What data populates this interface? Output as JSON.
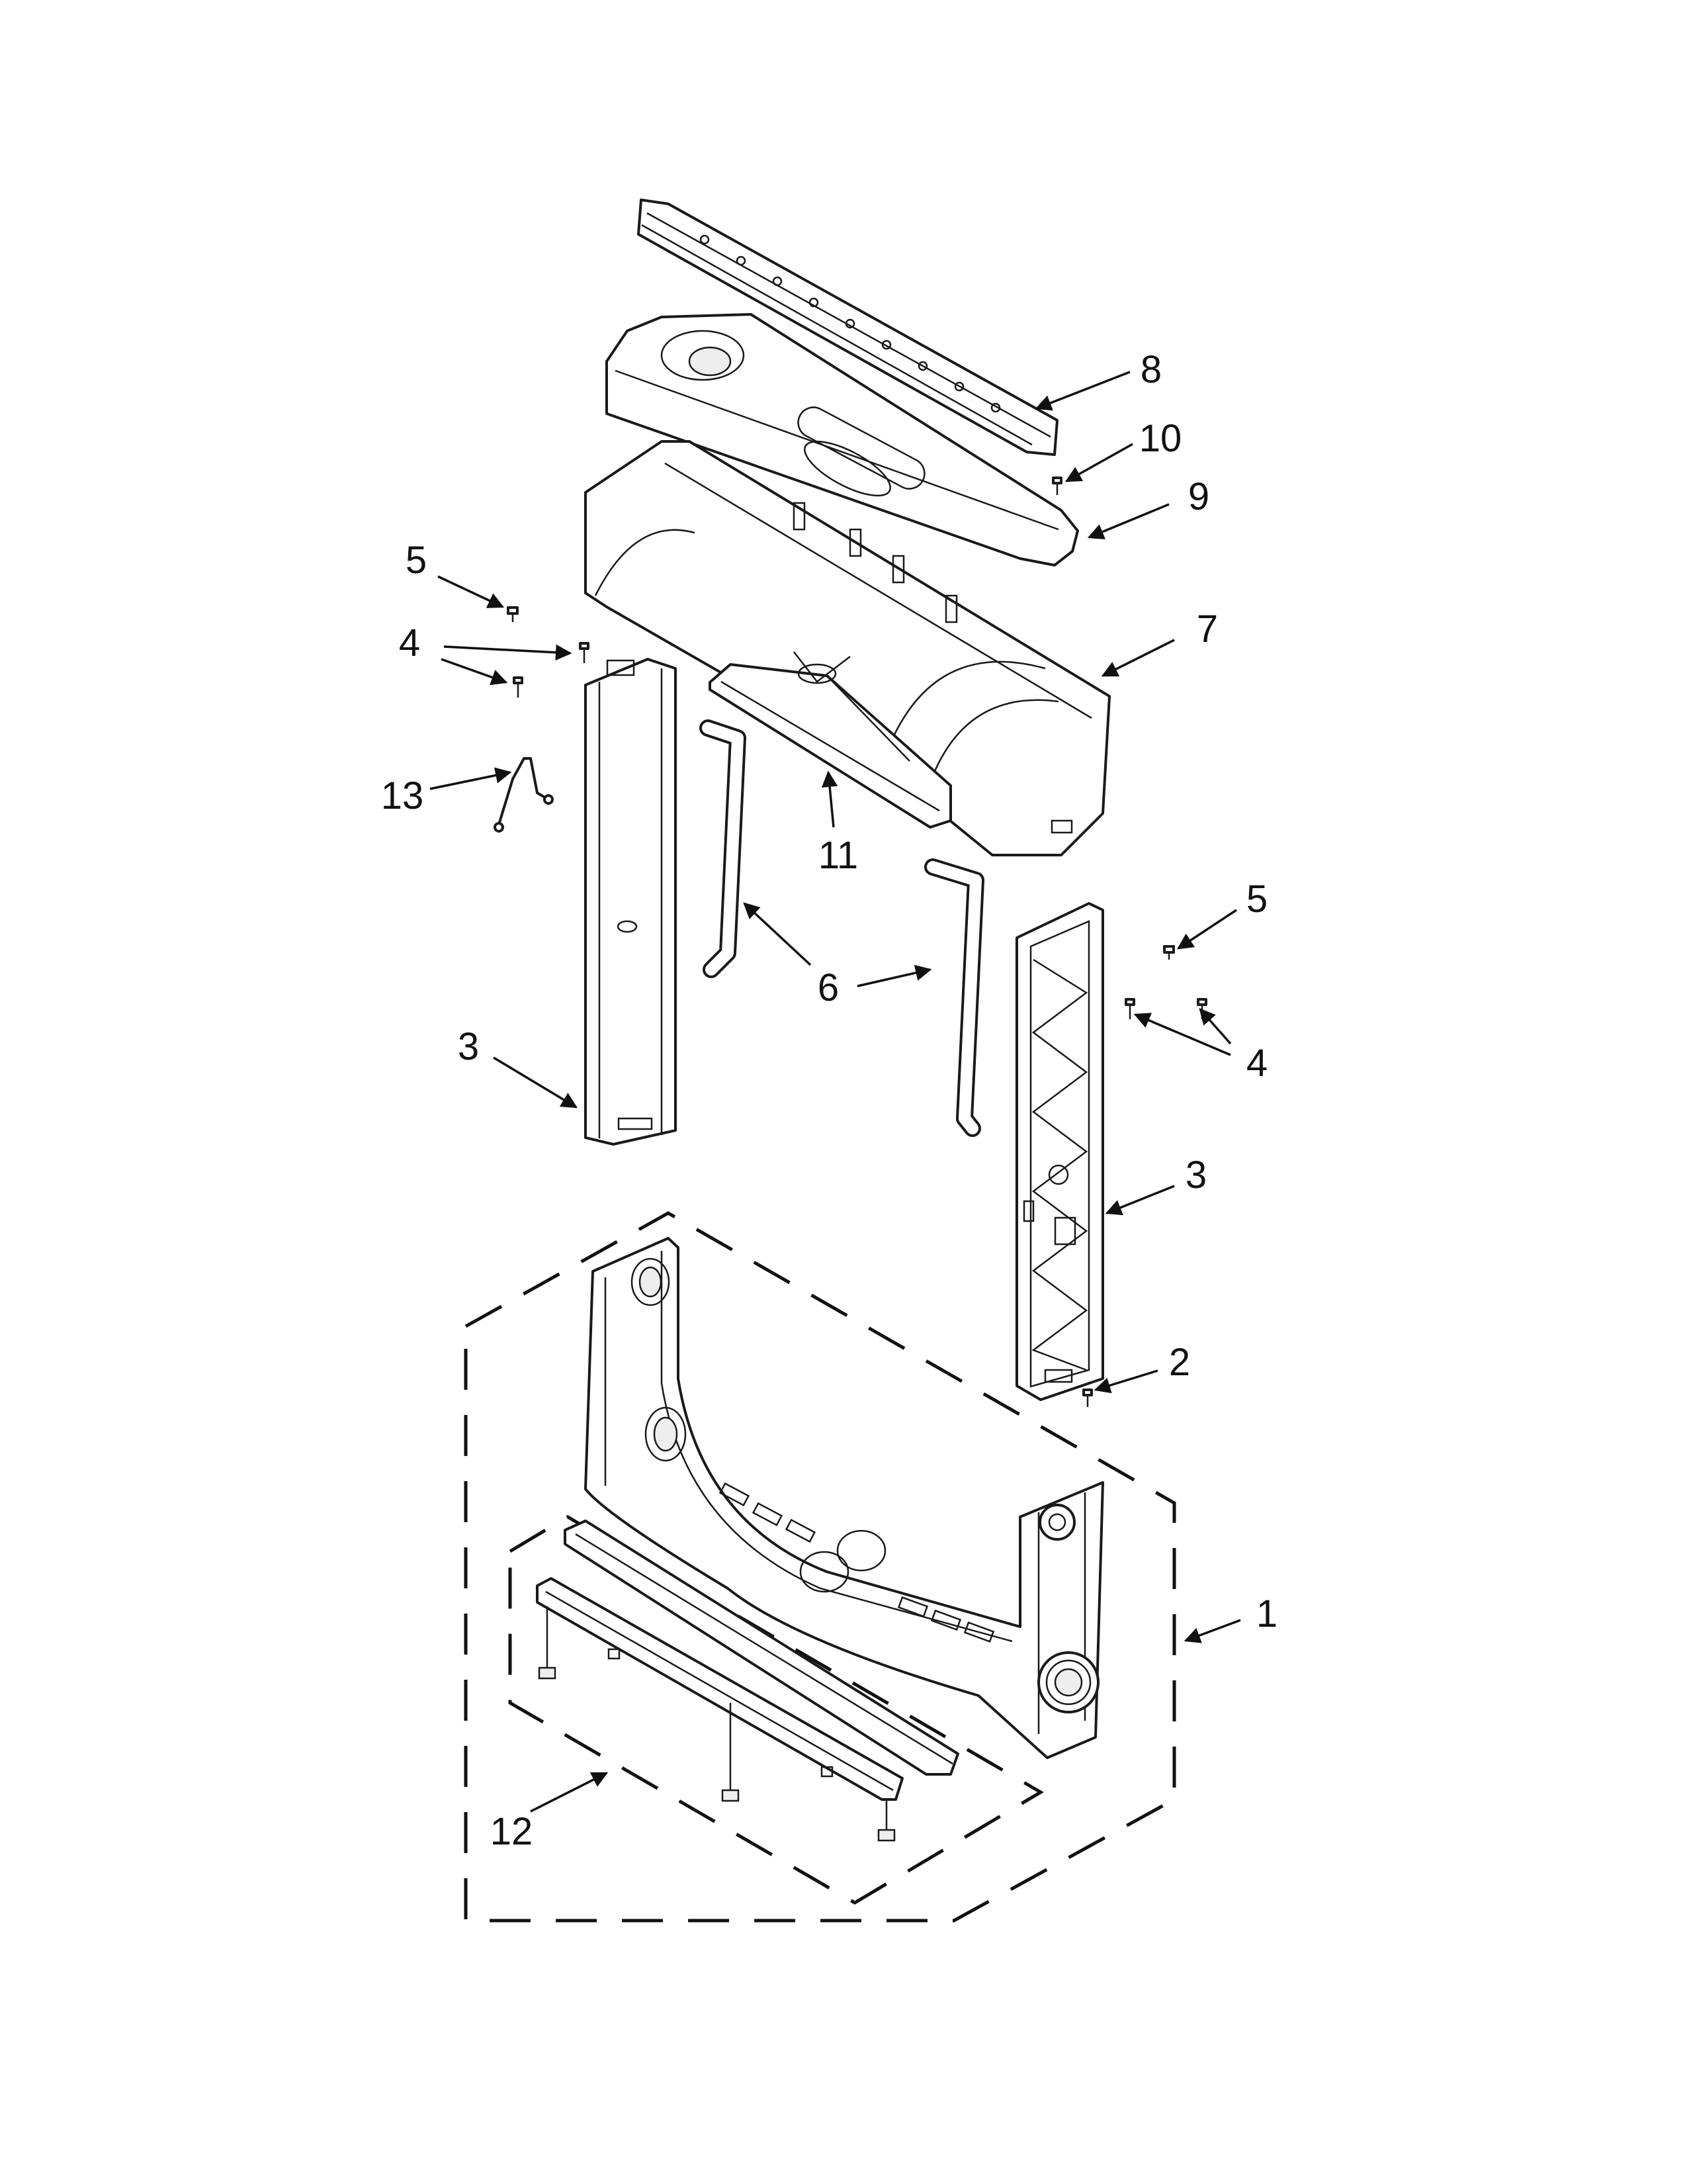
{
  "callouts": [
    "8",
    "10",
    "9",
    "5",
    "4",
    "7",
    "13",
    "11",
    "5",
    "6",
    "3",
    "4",
    "3",
    "2",
    "1",
    "12"
  ]
}
